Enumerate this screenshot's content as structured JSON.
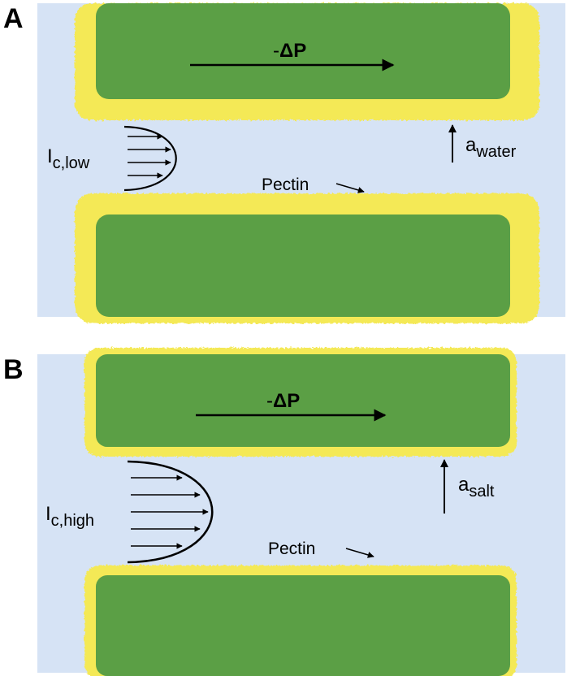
{
  "colors": {
    "fluid": "#d6e3f5",
    "cell": "#5b9f45",
    "wall": "#f4e957",
    "ink": "#000000"
  },
  "panels": [
    {
      "letter": "A",
      "pressure_label": {
        "prefix": "-",
        "delta": "Δ",
        "P": "P"
      },
      "current_label": {
        "base": "I",
        "sub": "c,low"
      },
      "activity_label": {
        "base": "a",
        "sub": "water"
      },
      "pectin_label": "Pectin"
    },
    {
      "letter": "B",
      "pressure_label": {
        "prefix": "-",
        "delta": "Δ",
        "P": "P"
      },
      "current_label": {
        "base": "I",
        "sub": "c,high"
      },
      "activity_label": {
        "base": "a",
        "sub": "salt"
      },
      "pectin_label": "Pectin"
    }
  ]
}
